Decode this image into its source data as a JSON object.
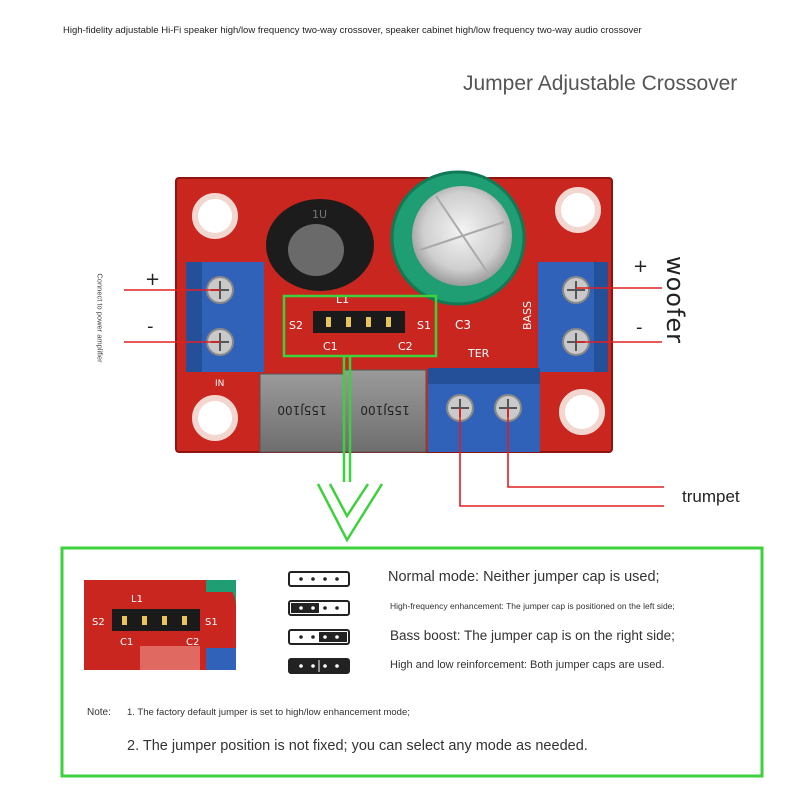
{
  "header": {
    "text": "High-fidelity adjustable Hi-Fi speaker high/low frequency two-way crossover, speaker cabinet high/low frequency two-way audio crossover"
  },
  "title": "Jumper Adjustable Crossover",
  "labels": {
    "woofer": "woofer",
    "trumpet": "trumpet",
    "power": "Connect to power amplifier",
    "plus": "+",
    "minus": "-"
  },
  "board": {
    "silkscreen": {
      "l1": "L1",
      "s2": "S2",
      "s1": "S1",
      "c1": "C1",
      "c2": "C2",
      "c3": "C3",
      "bass": "BASS",
      "ter": "TER",
      "in": "IN",
      "cap1": "155J100",
      "cap2": "155J100",
      "inductor": "1U"
    }
  },
  "modes": [
    {
      "text": "Normal mode: Neither jumper cap is used;"
    },
    {
      "text": "High-frequency enhancement: The jumper cap is positioned on the left side;"
    },
    {
      "text": "Bass boost: The jumper cap is on the right side;"
    },
    {
      "text": "High and low reinforcement: Both jumper caps are used."
    }
  ],
  "notes": {
    "label": "Note:",
    "items": [
      "1. The factory default jumper is set to high/low enhancement mode;",
      "2. The jumper position is not fixed; you can select any mode as needed."
    ]
  },
  "colors": {
    "pcb": "#c8261f",
    "terminal": "#2f62b8",
    "highlight": "#3ed13e",
    "wire": "#e02020",
    "capacitor": "#1e9e72"
  }
}
